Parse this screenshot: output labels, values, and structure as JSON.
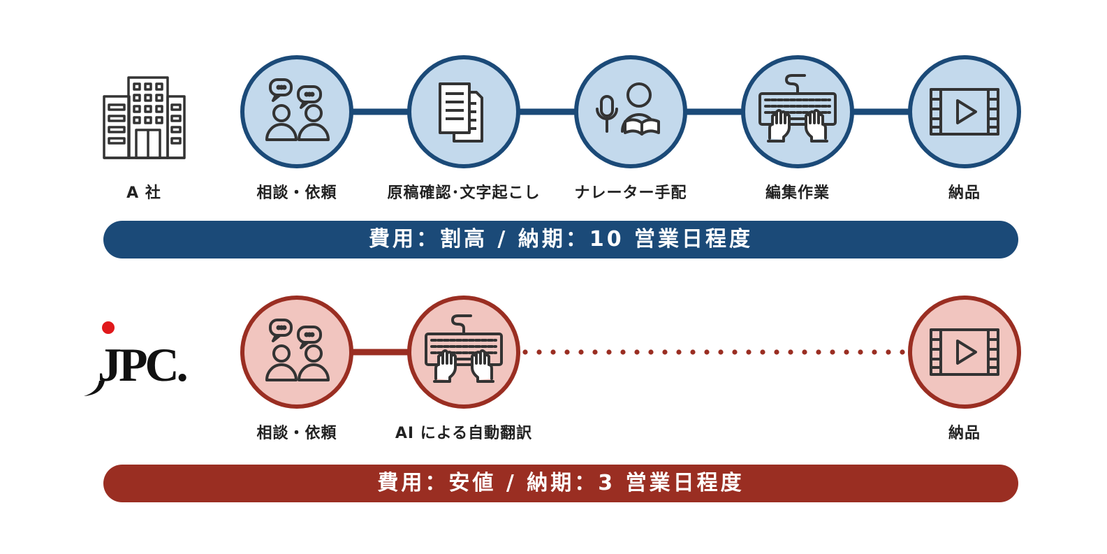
{
  "colors": {
    "blue_stroke": "#1b4a78",
    "blue_fill": "#c3d9ec",
    "red_stroke": "#9a2e22",
    "red_fill": "#f1c5bf",
    "icon_stroke": "#333333"
  },
  "company_a": {
    "label": "A 社",
    "steps": [
      {
        "label": "相談・依頼",
        "icon": "consultation-icon"
      },
      {
        "label": "原稿確認･文字起こし",
        "icon": "document-icon"
      },
      {
        "label": "ナレーター手配",
        "icon": "narrator-icon"
      },
      {
        "label": "編集作業",
        "icon": "keyboard-icon"
      },
      {
        "label": "納品",
        "icon": "video-icon"
      }
    ],
    "summary": "費用：割高 / 納期：10 営業日程度"
  },
  "jpc": {
    "logo_text": "JPC.",
    "steps": [
      {
        "label": "相談・依頼",
        "icon": "consultation-icon"
      },
      {
        "label": "AI による自動翻訳",
        "icon": "keyboard-icon"
      },
      {
        "label": "納品",
        "icon": "video-icon"
      }
    ],
    "summary": "費用：安値 / 納期：3 営業日程度"
  }
}
